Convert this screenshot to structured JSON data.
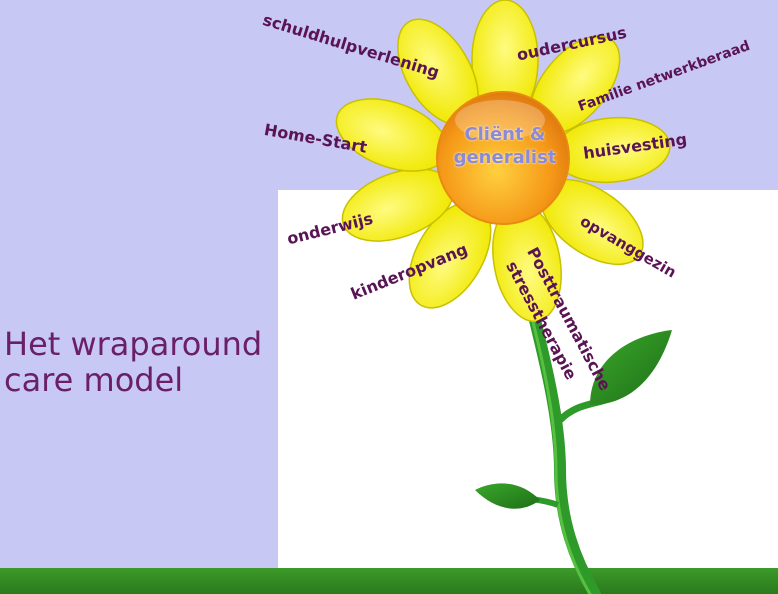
{
  "title": {
    "line1": "Het wraparound",
    "line2": "care model"
  },
  "center": {
    "line1": "Cliënt &",
    "line2": "generalist"
  },
  "petals": [
    "schuldhulpverlening",
    "oudercursus",
    "Familie netwerkberaad",
    "huisvesting",
    "opvanggezin",
    "Posttraumatische",
    "stresstherapie",
    "kinderopvang",
    "onderwijs",
    "Home-Start"
  ],
  "colors": {
    "background": "#c8c8f4",
    "petal": "#f7f020",
    "center": "#f5a020",
    "stem": "#2e9a2a",
    "label": "#5a1454",
    "title": "#6a1f66"
  }
}
